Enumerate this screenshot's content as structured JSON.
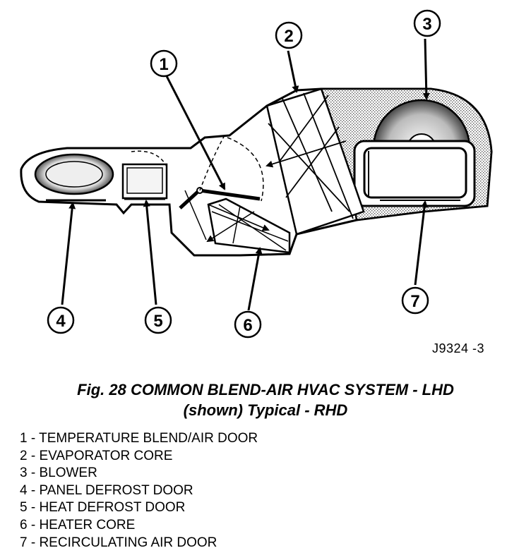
{
  "figure": {
    "ref_code": "J9324 -3",
    "caption_line1": "Fig. 28 COMMON BLEND-AIR HVAC SYSTEM - LHD",
    "caption_line2": "(shown) Typical - RHD"
  },
  "callouts": [
    "1",
    "2",
    "3",
    "4",
    "5",
    "6",
    "7"
  ],
  "legend": [
    "1 - TEMPERATURE BLEND/AIR DOOR",
    "2 - EVAPORATOR CORE",
    "3 - BLOWER",
    "4 - PANEL DEFROST DOOR",
    "5 - HEAT DEFROST DOOR",
    "6 - HEATER CORE",
    "7 - RECIRCULATING AIR DOOR"
  ]
}
